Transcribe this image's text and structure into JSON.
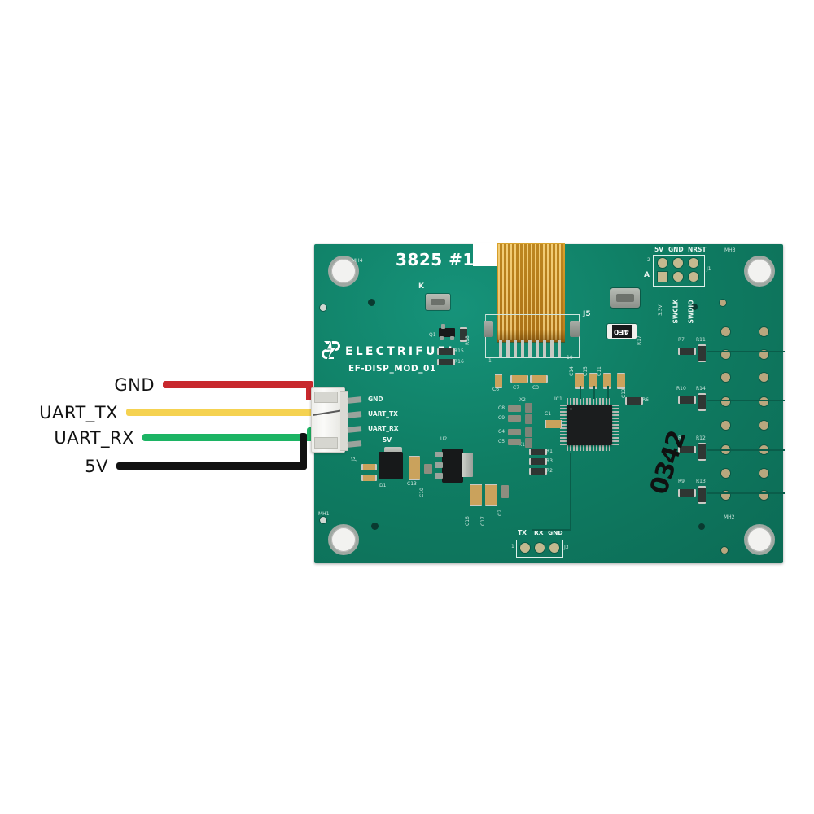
{
  "scene": {
    "description": "Wiring diagram photo of an EF-DISP_MOD_01 PCB with a 4-wire UART harness",
    "background_color": "#ffffff",
    "board_color": "#0f7d63"
  },
  "wiring": {
    "labels": [
      {
        "text": "GND",
        "wire_color": "#c8282d",
        "id": "gnd"
      },
      {
        "text": "UART_TX",
        "wire_color": "#f5d251",
        "id": "uart-tx"
      },
      {
        "text": "UART_RX",
        "wire_color": "#1cb464",
        "id": "uart-rx"
      },
      {
        "text": "5V",
        "wire_color": "#111111",
        "id": "5v"
      }
    ]
  },
  "board": {
    "title": "3825 #1",
    "brand": "ELECTRIFUEL",
    "part_number": "EF-DISP_MOD_01",
    "handwritten_mark": "0342",
    "mounting_holes": [
      "MH4",
      "MH3",
      "MH1",
      "MH2"
    ],
    "connector_pin_labels": [
      "GND",
      "UART_TX",
      "UART_RX",
      "5V"
    ],
    "connector_ref": "J2",
    "j5": {
      "ref": "J5",
      "pin_first": "1",
      "pin_last": "10"
    },
    "j3": {
      "ref": "J3",
      "labels": [
        "TX",
        "RX",
        "GND"
      ],
      "pin_first": "1"
    },
    "j1": {
      "ref": "J1",
      "top_labels": [
        "5V",
        "GND",
        "NRST"
      ],
      "bottom_labels": [
        "3.3V",
        "SWCLK",
        "SWDIO"
      ],
      "row_marks": [
        "2",
        "A"
      ]
    },
    "ic": {
      "ref": "IC1"
    },
    "regulator": {
      "ref": "U2"
    },
    "diode": {
      "ref": "D1"
    },
    "transistor": {
      "ref": "Q1"
    },
    "testpoint": {
      "ref": "K"
    },
    "resistor_big": {
      "ref": "R17",
      "code": "4E0"
    },
    "crystals": [
      "X1",
      "X2"
    ],
    "resistors_left": [
      "R18",
      "R15",
      "R16",
      "R1",
      "R3",
      "R2",
      "R6"
    ],
    "resistor_pairs": [
      {
        "left": "R7",
        "right": "R11"
      },
      {
        "left": "R10",
        "right": "R14"
      },
      {
        "left": "R8",
        "right": "R12"
      },
      {
        "left": "R9",
        "right": "R13"
      }
    ],
    "caps_row_j5": [
      "C6",
      "C7",
      "C3"
    ],
    "caps_group_c": [
      "C14",
      "C15",
      "C11",
      "C12"
    ],
    "caps_xtal": [
      "C8",
      "C9",
      "C4",
      "C5",
      "C1"
    ],
    "caps_power": [
      "C13",
      "C10",
      "C16",
      "C17",
      "C2"
    ]
  }
}
